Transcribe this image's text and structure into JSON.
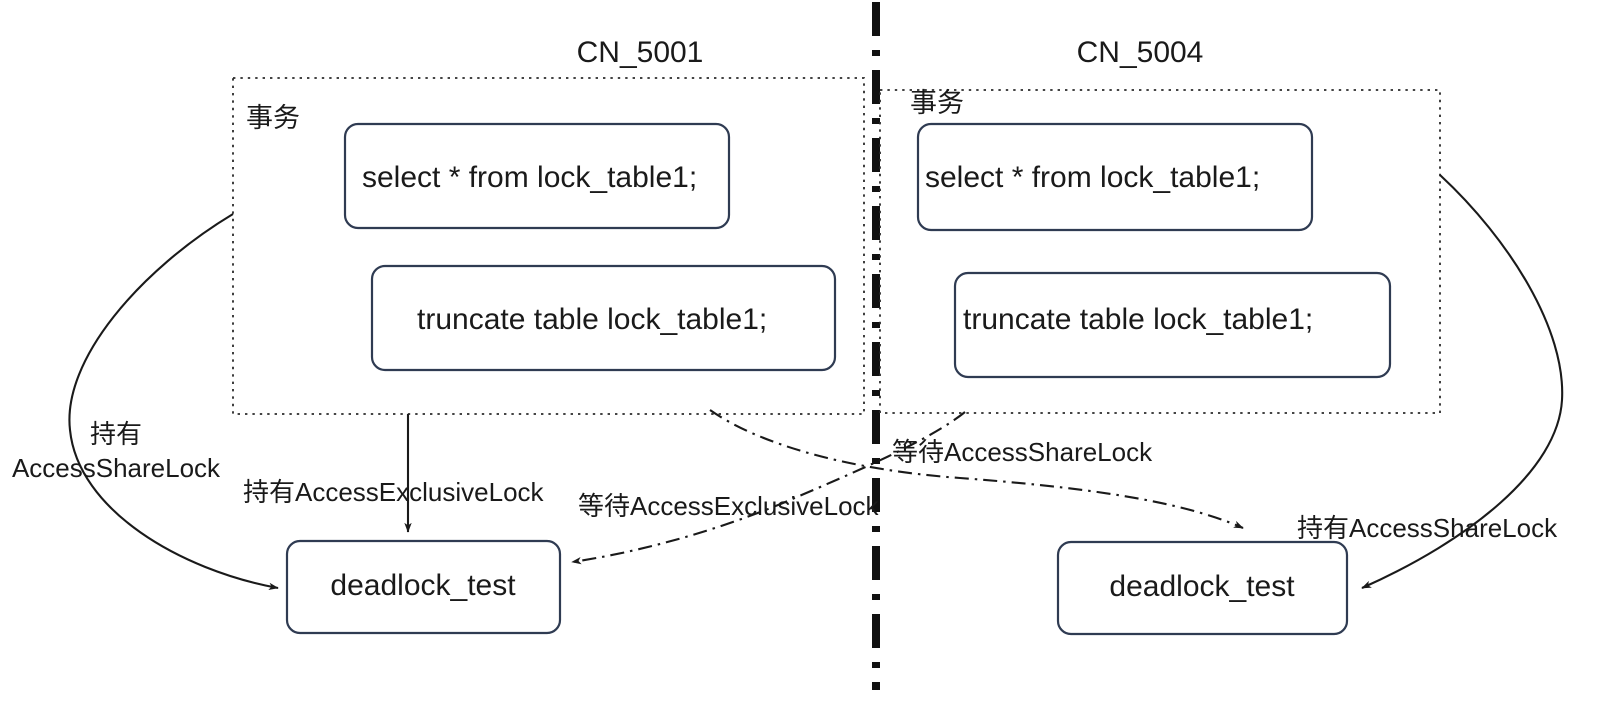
{
  "diagram": {
    "title_left": "CN_5001",
    "title_right": "CN_5004",
    "divider": "vertical-dash-dot-divider"
  },
  "nodes": {
    "left": {
      "title": "CN_5001",
      "transaction_label": "事务",
      "statements": [
        {
          "text": "select * from lock_table1;"
        },
        {
          "text": "truncate table lock_table1;"
        }
      ],
      "resource": "deadlock_test"
    },
    "right": {
      "title": "CN_5004",
      "transaction_label": "事务",
      "statements": [
        {
          "text": "select * from lock_table1;"
        },
        {
          "text": "truncate table lock_table1;"
        }
      ],
      "resource": "deadlock_test"
    }
  },
  "edges": [
    {
      "id": "left-hold-share",
      "label_line1": "持有",
      "label_line2": "AccessShareLock",
      "style": "solid",
      "from": "CN_5001 transaction",
      "to": "left deadlock_test"
    },
    {
      "id": "left-hold-exclusive",
      "label": "持有AccessExclusiveLock",
      "style": "solid",
      "from": "CN_5001 transaction",
      "to": "left deadlock_test"
    },
    {
      "id": "right-wait-exclusive",
      "label": "等待AccessExclusiveLock",
      "style": "dash-dot",
      "from": "CN_5004 transaction",
      "to": "left deadlock_test"
    },
    {
      "id": "left-wait-share",
      "label": "等待AccessShareLock",
      "style": "dash-dot",
      "from": "CN_5001 transaction",
      "to": "right deadlock_test"
    },
    {
      "id": "right-hold-share",
      "label": "持有AccessShareLock",
      "style": "solid",
      "from": "CN_5004 transaction",
      "to": "right deadlock_test"
    }
  ],
  "colors": {
    "stroke": "#1a1a1a",
    "box_stroke": "#2f3b52",
    "background": "#ffffff",
    "text": "#1a1a1a"
  }
}
